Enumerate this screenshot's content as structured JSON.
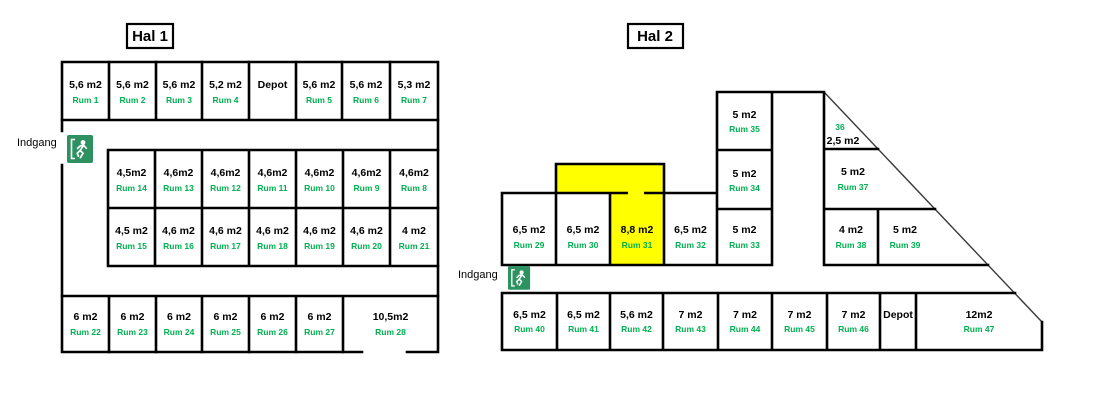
{
  "hal1": {
    "title": "Hal 1",
    "entrance_label": "Indgang",
    "top_row": [
      {
        "size": "5,6 m2",
        "room": "Rum 1"
      },
      {
        "size": "5,6 m2",
        "room": "Rum 2"
      },
      {
        "size": "5,6 m2",
        "room": "Rum 3"
      },
      {
        "size": "5,2 m2",
        "room": "Rum 4"
      },
      {
        "size": "Depot",
        "room": ""
      },
      {
        "size": "5,6 m2",
        "room": "Rum 5"
      },
      {
        "size": "5,6 m2",
        "room": "Rum 6"
      },
      {
        "size": "5,3 m2",
        "room": "Rum 7"
      }
    ],
    "middle_row_upper": [
      {
        "size": "4,5m2",
        "room": "Rum 14"
      },
      {
        "size": "4,6m2",
        "room": "Rum 13"
      },
      {
        "size": "4,6m2",
        "room": "Rum 12"
      },
      {
        "size": "4,6m2",
        "room": "Rum 11"
      },
      {
        "size": "4,6m2",
        "room": "Rum 10"
      },
      {
        "size": "4,6m2",
        "room": "Rum 9"
      },
      {
        "size": "4,6m2",
        "room": "Rum 8"
      }
    ],
    "middle_row_lower": [
      {
        "size": "4,5 m2",
        "room": "Rum 15"
      },
      {
        "size": "4,6 m2",
        "room": "Rum 16"
      },
      {
        "size": "4,6 m2",
        "room": "Rum 17"
      },
      {
        "size": "4,6 m2",
        "room": "Rum 18"
      },
      {
        "size": "4,6 m2",
        "room": "Rum 19"
      },
      {
        "size": "4,6 m2",
        "room": "Rum 20"
      },
      {
        "size": "4 m2",
        "room": "Rum 21"
      }
    ],
    "bottom_row": [
      {
        "size": "6 m2",
        "room": "Rum 22"
      },
      {
        "size": "6 m2",
        "room": "Rum 23"
      },
      {
        "size": "6 m2",
        "room": "Rum 24"
      },
      {
        "size": "6 m2",
        "room": "Rum 25"
      },
      {
        "size": "6 m2",
        "room": "Rum 26"
      },
      {
        "size": "6 m2",
        "room": "Rum 27"
      },
      {
        "size": "10,5m2",
        "room": "Rum 28"
      }
    ]
  },
  "hal2": {
    "title": "Hal 2",
    "entrance_label": "Indgang",
    "main_row": [
      {
        "size": "6,5 m2",
        "room": "Rum 29"
      },
      {
        "size": "6,5 m2",
        "room": "Rum 30"
      },
      {
        "size": "8,8 m2",
        "room": "Rum 31",
        "highlighted": true
      },
      {
        "size": "6,5 m2",
        "room": "Rum 32"
      },
      {
        "size": "5 m2",
        "room": "Rum 33"
      }
    ],
    "stack_rooms": [
      {
        "size": "5 m2",
        "room": "Rum 35"
      },
      {
        "size": "5 m2",
        "room": "Rum 34"
      }
    ],
    "right_rooms": {
      "room36": {
        "number": "36",
        "size": "2,5 m2"
      },
      "room37": {
        "size": "5 m2",
        "room": "Rum 37"
      },
      "room38": {
        "size": "4 m2",
        "room": "Rum 38"
      },
      "room39": {
        "size": "5 m2",
        "room": "Rum 39"
      }
    },
    "bottom_row": [
      {
        "size": "6,5 m2",
        "room": "Rum 40"
      },
      {
        "size": "6,5 m2",
        "room": "Rum 41"
      },
      {
        "size": "5,6 m2",
        "room": "Rum 42"
      },
      {
        "size": "7 m2",
        "room": "Rum 43"
      },
      {
        "size": "7 m2",
        "room": "Rum 44"
      },
      {
        "size": "7 m2",
        "room": "Rum 45"
      },
      {
        "size": "7 m2",
        "room": "Rum 46"
      },
      {
        "size": "Depot",
        "room": ""
      },
      {
        "size": "12m2",
        "room": "Rum 47"
      }
    ]
  },
  "colors": {
    "room_number_green": "#00B050",
    "highlight_yellow": "#FFFF00",
    "exit_sign_green": "#2D9160",
    "wall_black": "#000000"
  }
}
